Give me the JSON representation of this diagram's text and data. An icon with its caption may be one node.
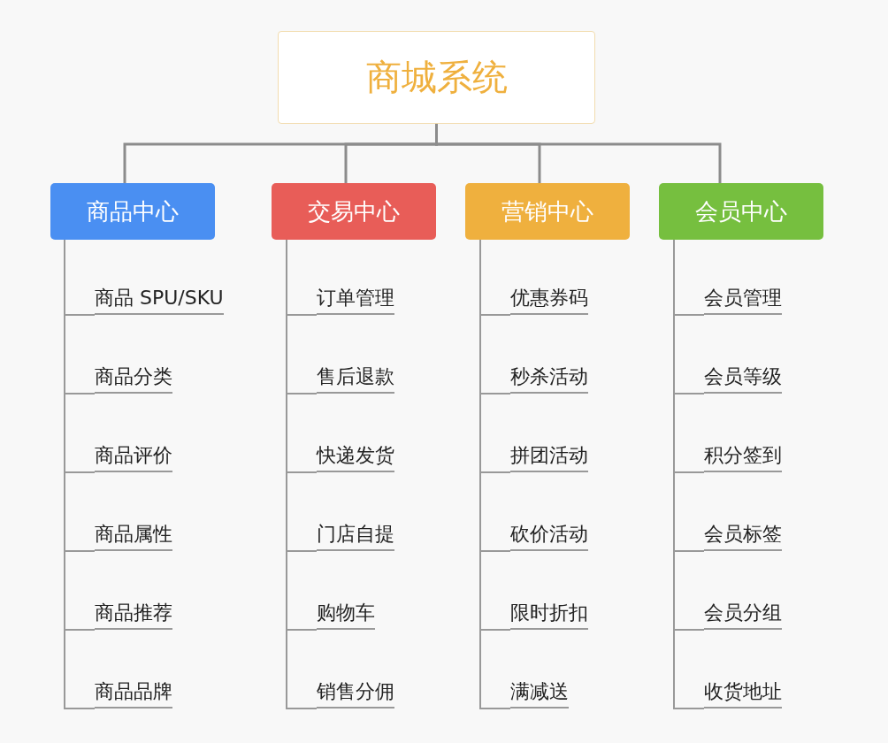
{
  "diagram": {
    "nodes": [
      {
        "text": [
          "商城系统"
        ]
      },
      {
        "text": [
          "商品中心"
        ]
      },
      {
        "text": [
          "交易中心"
        ]
      },
      {
        "text": [
          "营销中心"
        ]
      },
      {
        "text": [
          "会员中心"
        ]
      },
      {
        "text": [
          "商品 SPU/SKU"
        ]
      },
      {
        "text": [
          "商品分类"
        ]
      },
      {
        "text": [
          "商品评价"
        ]
      },
      {
        "text": [
          "商品属性"
        ]
      },
      {
        "text": [
          "商品推荐"
        ]
      },
      {
        "text": [
          "商品品牌"
        ]
      },
      {
        "text": [
          "订单管理"
        ]
      },
      {
        "text": [
          "售后退款"
        ]
      },
      {
        "text": [
          "快递发货"
        ]
      },
      {
        "text": [
          "门店自提"
        ]
      },
      {
        "text": [
          "购物车"
        ]
      },
      {
        "text": [
          "销售分佣"
        ]
      },
      {
        "text": [
          "优惠券码"
        ]
      },
      {
        "text": [
          "秒杀活动"
        ]
      },
      {
        "text": [
          "拼团活动"
        ]
      },
      {
        "text": [
          "砍价活动"
        ]
      },
      {
        "text": [
          "限时折扣"
        ]
      },
      {
        "text": [
          "满减送"
        ]
      },
      {
        "text": [
          "会员管理"
        ]
      },
      {
        "text": [
          "会员等级"
        ]
      },
      {
        "text": [
          "积分签到"
        ]
      },
      {
        "text": [
          "会员标签"
        ]
      },
      {
        "text": [
          "会员分组"
        ]
      },
      {
        "text": [
          "收货地址"
        ]
      }
    ],
    "edges": [
      {
        "from": 0,
        "to": 1,
        "arrow": "none"
      },
      {
        "from": 0,
        "to": 2,
        "arrow": "none"
      },
      {
        "from": 0,
        "to": 3,
        "arrow": "none"
      },
      {
        "from": 0,
        "to": 4,
        "arrow": "none"
      },
      {
        "from": 1,
        "to": 5,
        "arrow": "none"
      },
      {
        "from": 1,
        "to": 6,
        "arrow": "none"
      },
      {
        "from": 1,
        "to": 7,
        "arrow": "none"
      },
      {
        "from": 1,
        "to": 8,
        "arrow": "none"
      },
      {
        "from": 1,
        "to": 9,
        "arrow": "none"
      },
      {
        "from": 1,
        "to": 10,
        "arrow": "none"
      },
      {
        "from": 2,
        "to": 11,
        "arrow": "none"
      },
      {
        "from": 2,
        "to": 12,
        "arrow": "none"
      },
      {
        "from": 2,
        "to": 13,
        "arrow": "none"
      },
      {
        "from": 2,
        "to": 14,
        "arrow": "none"
      },
      {
        "from": 2,
        "to": 15,
        "arrow": "none"
      },
      {
        "from": 2,
        "to": 16,
        "arrow": "none"
      },
      {
        "from": 3,
        "to": 17,
        "arrow": "none"
      },
      {
        "from": 3,
        "to": 18,
        "arrow": "none"
      },
      {
        "from": 3,
        "to": 19,
        "arrow": "none"
      },
      {
        "from": 3,
        "to": 20,
        "arrow": "none"
      },
      {
        "from": 3,
        "to": 21,
        "arrow": "none"
      },
      {
        "from": 3,
        "to": 22,
        "arrow": "none"
      },
      {
        "from": 4,
        "to": 23,
        "arrow": "none"
      },
      {
        "from": 4,
        "to": 24,
        "arrow": "none"
      },
      {
        "from": 4,
        "to": 25,
        "arrow": "none"
      },
      {
        "from": 4,
        "to": 26,
        "arrow": "none"
      },
      {
        "from": 4,
        "to": 27,
        "arrow": "none"
      },
      {
        "from": 4,
        "to": 28,
        "arrow": "none"
      }
    ]
  }
}
